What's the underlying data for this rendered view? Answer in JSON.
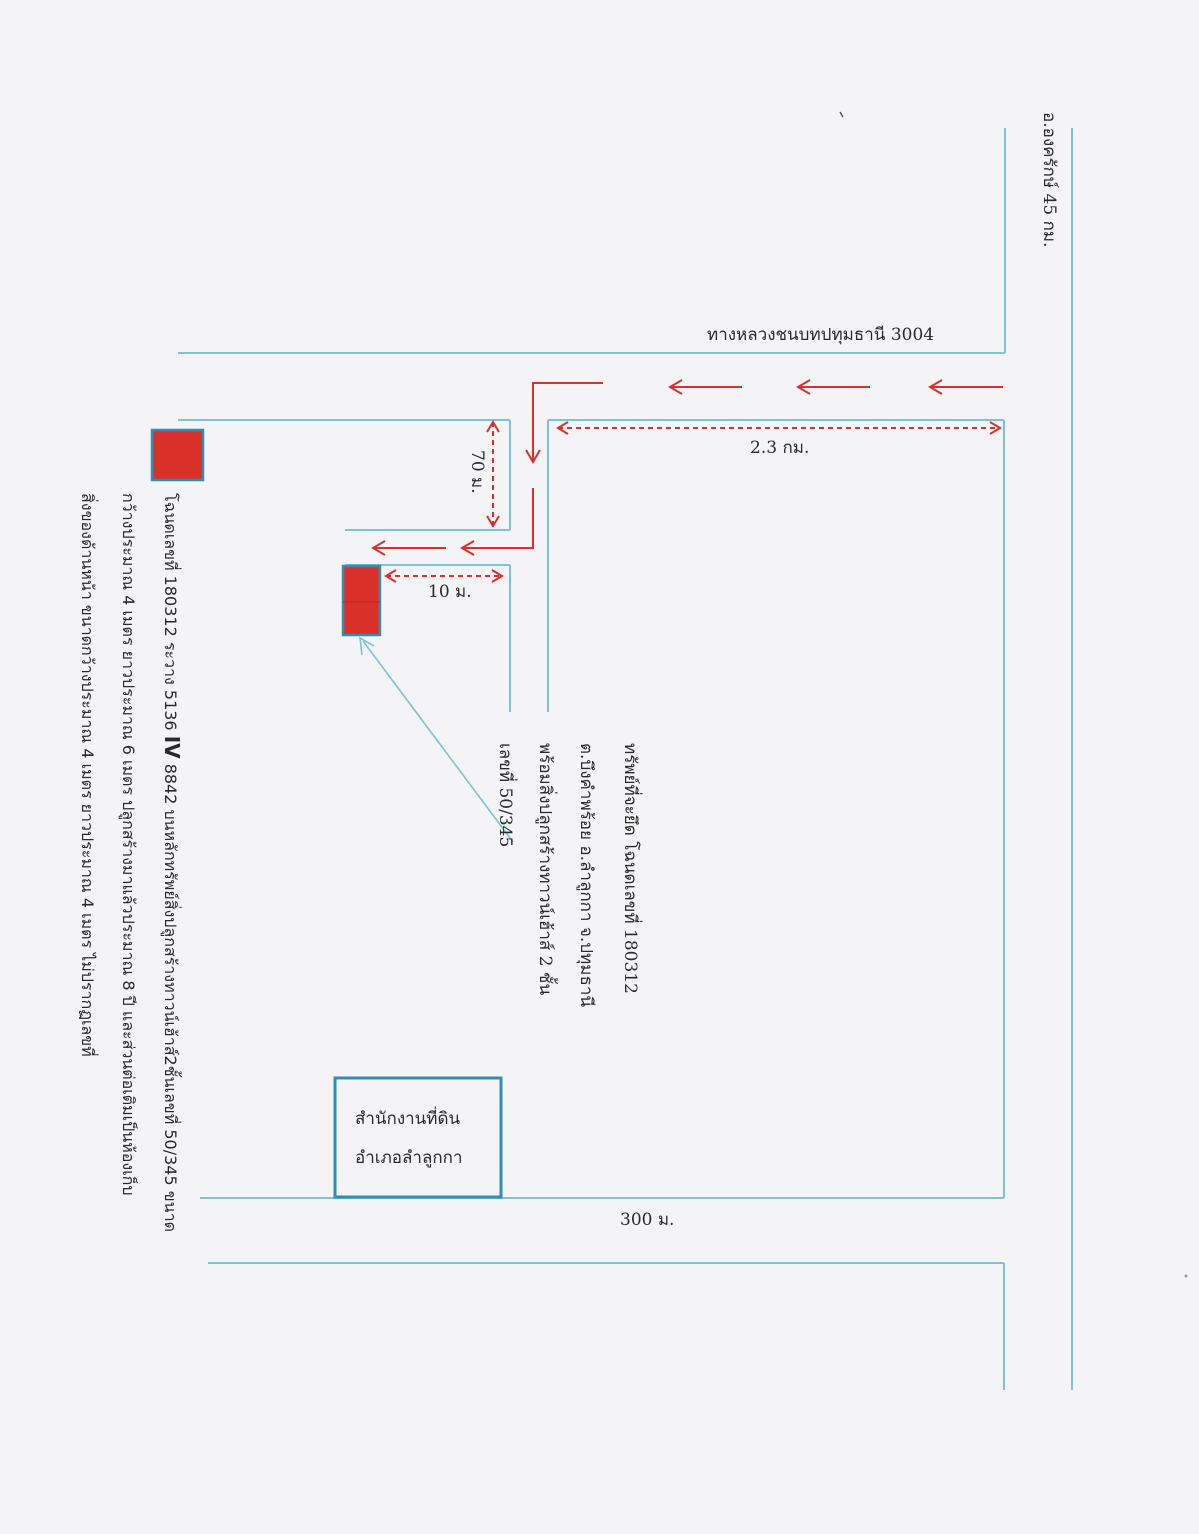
{
  "labels": {
    "to_ongkharak": "อ.องครักษ์ 45 กม.",
    "highway": "ทางหลวงชนบทปทุมธานี 3004",
    "dist_2_3km": "2.3 กม.",
    "dist_70m": "70 ม.",
    "dist_10m": "10 ม.",
    "dist_300m": "300 ม."
  },
  "property_note": {
    "line1": "ทรัพย์ที่จะยึด โฉนดเลขที่ 180312",
    "line2": "ต.บึงคำพร้อย อ.ลำลูกกา จ.ปทุมธานี",
    "line3": "พร้อมสิ่งปลูกสร้างทาวน์เฮ้าส์ 2 ชั้น",
    "line4": "เลขที่ 50/345"
  },
  "land_office": {
    "line1": "สำนักงานที่ดิน",
    "line2": "อำเภอลำลูกกา"
  },
  "legend": {
    "line1_a": "โฉนดเลขที่ 180312 ระวาง 5136 ",
    "line1_b": "IV",
    "line1_c": " 8842  บนหลักทรัพย์สิ่งปลูกสร้างทาวน์เฮ้าส์2ชั้นเลขที่ 50/345 ขนาด",
    "line2": "กว้างประมาณ 4 เมตร ยาวประมาณ 6 เมตร ปลูกสร้างมาแล้วประมาณ 8 ปี และส่วนต่อเติมเป็นห้องเก็บ",
    "line3": "สิ่งของด้านหน้า ขนาดกว้างประมาณ 4 เมตร ยาวประมาณ 4 เมตร ไม่ปรากฏเลขที่"
  },
  "colors": {
    "road": "#7cc3d6",
    "arrow": "#d9302a",
    "marker_fill": "#d9302a",
    "marker_border": "#2f8fb3",
    "office_border": "#2f8fb3"
  }
}
